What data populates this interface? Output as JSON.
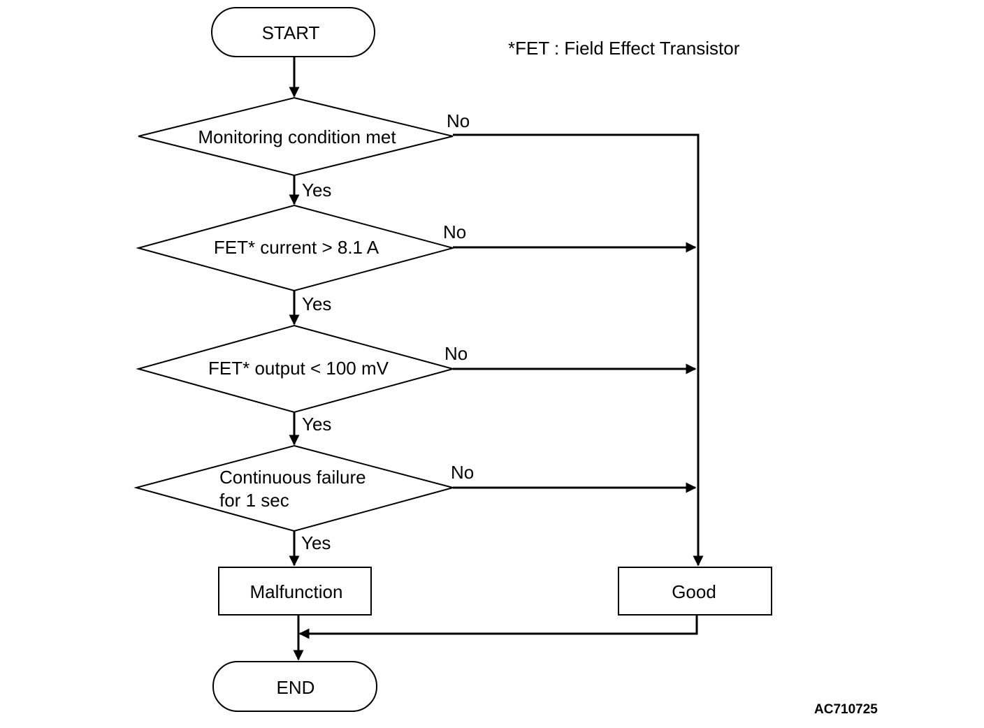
{
  "footnote": "*FET : Field Effect Transistor",
  "figure_id": "AC710725",
  "terminals": {
    "start": "START",
    "end": "END"
  },
  "decisions": [
    {
      "lines": [
        "Monitoring condition met"
      ],
      "yes": "Yes",
      "no": "No"
    },
    {
      "lines": [
        "FET* current > 8.1 A"
      ],
      "yes": "Yes",
      "no": "No"
    },
    {
      "lines": [
        "FET* output < 100 mV"
      ],
      "yes": "Yes",
      "no": "No"
    },
    {
      "lines": [
        "Continuous failure",
        "for 1 sec"
      ],
      "yes": "Yes",
      "no": "No"
    }
  ],
  "outcomes": {
    "malfunction": "Malfunction",
    "good": "Good"
  }
}
